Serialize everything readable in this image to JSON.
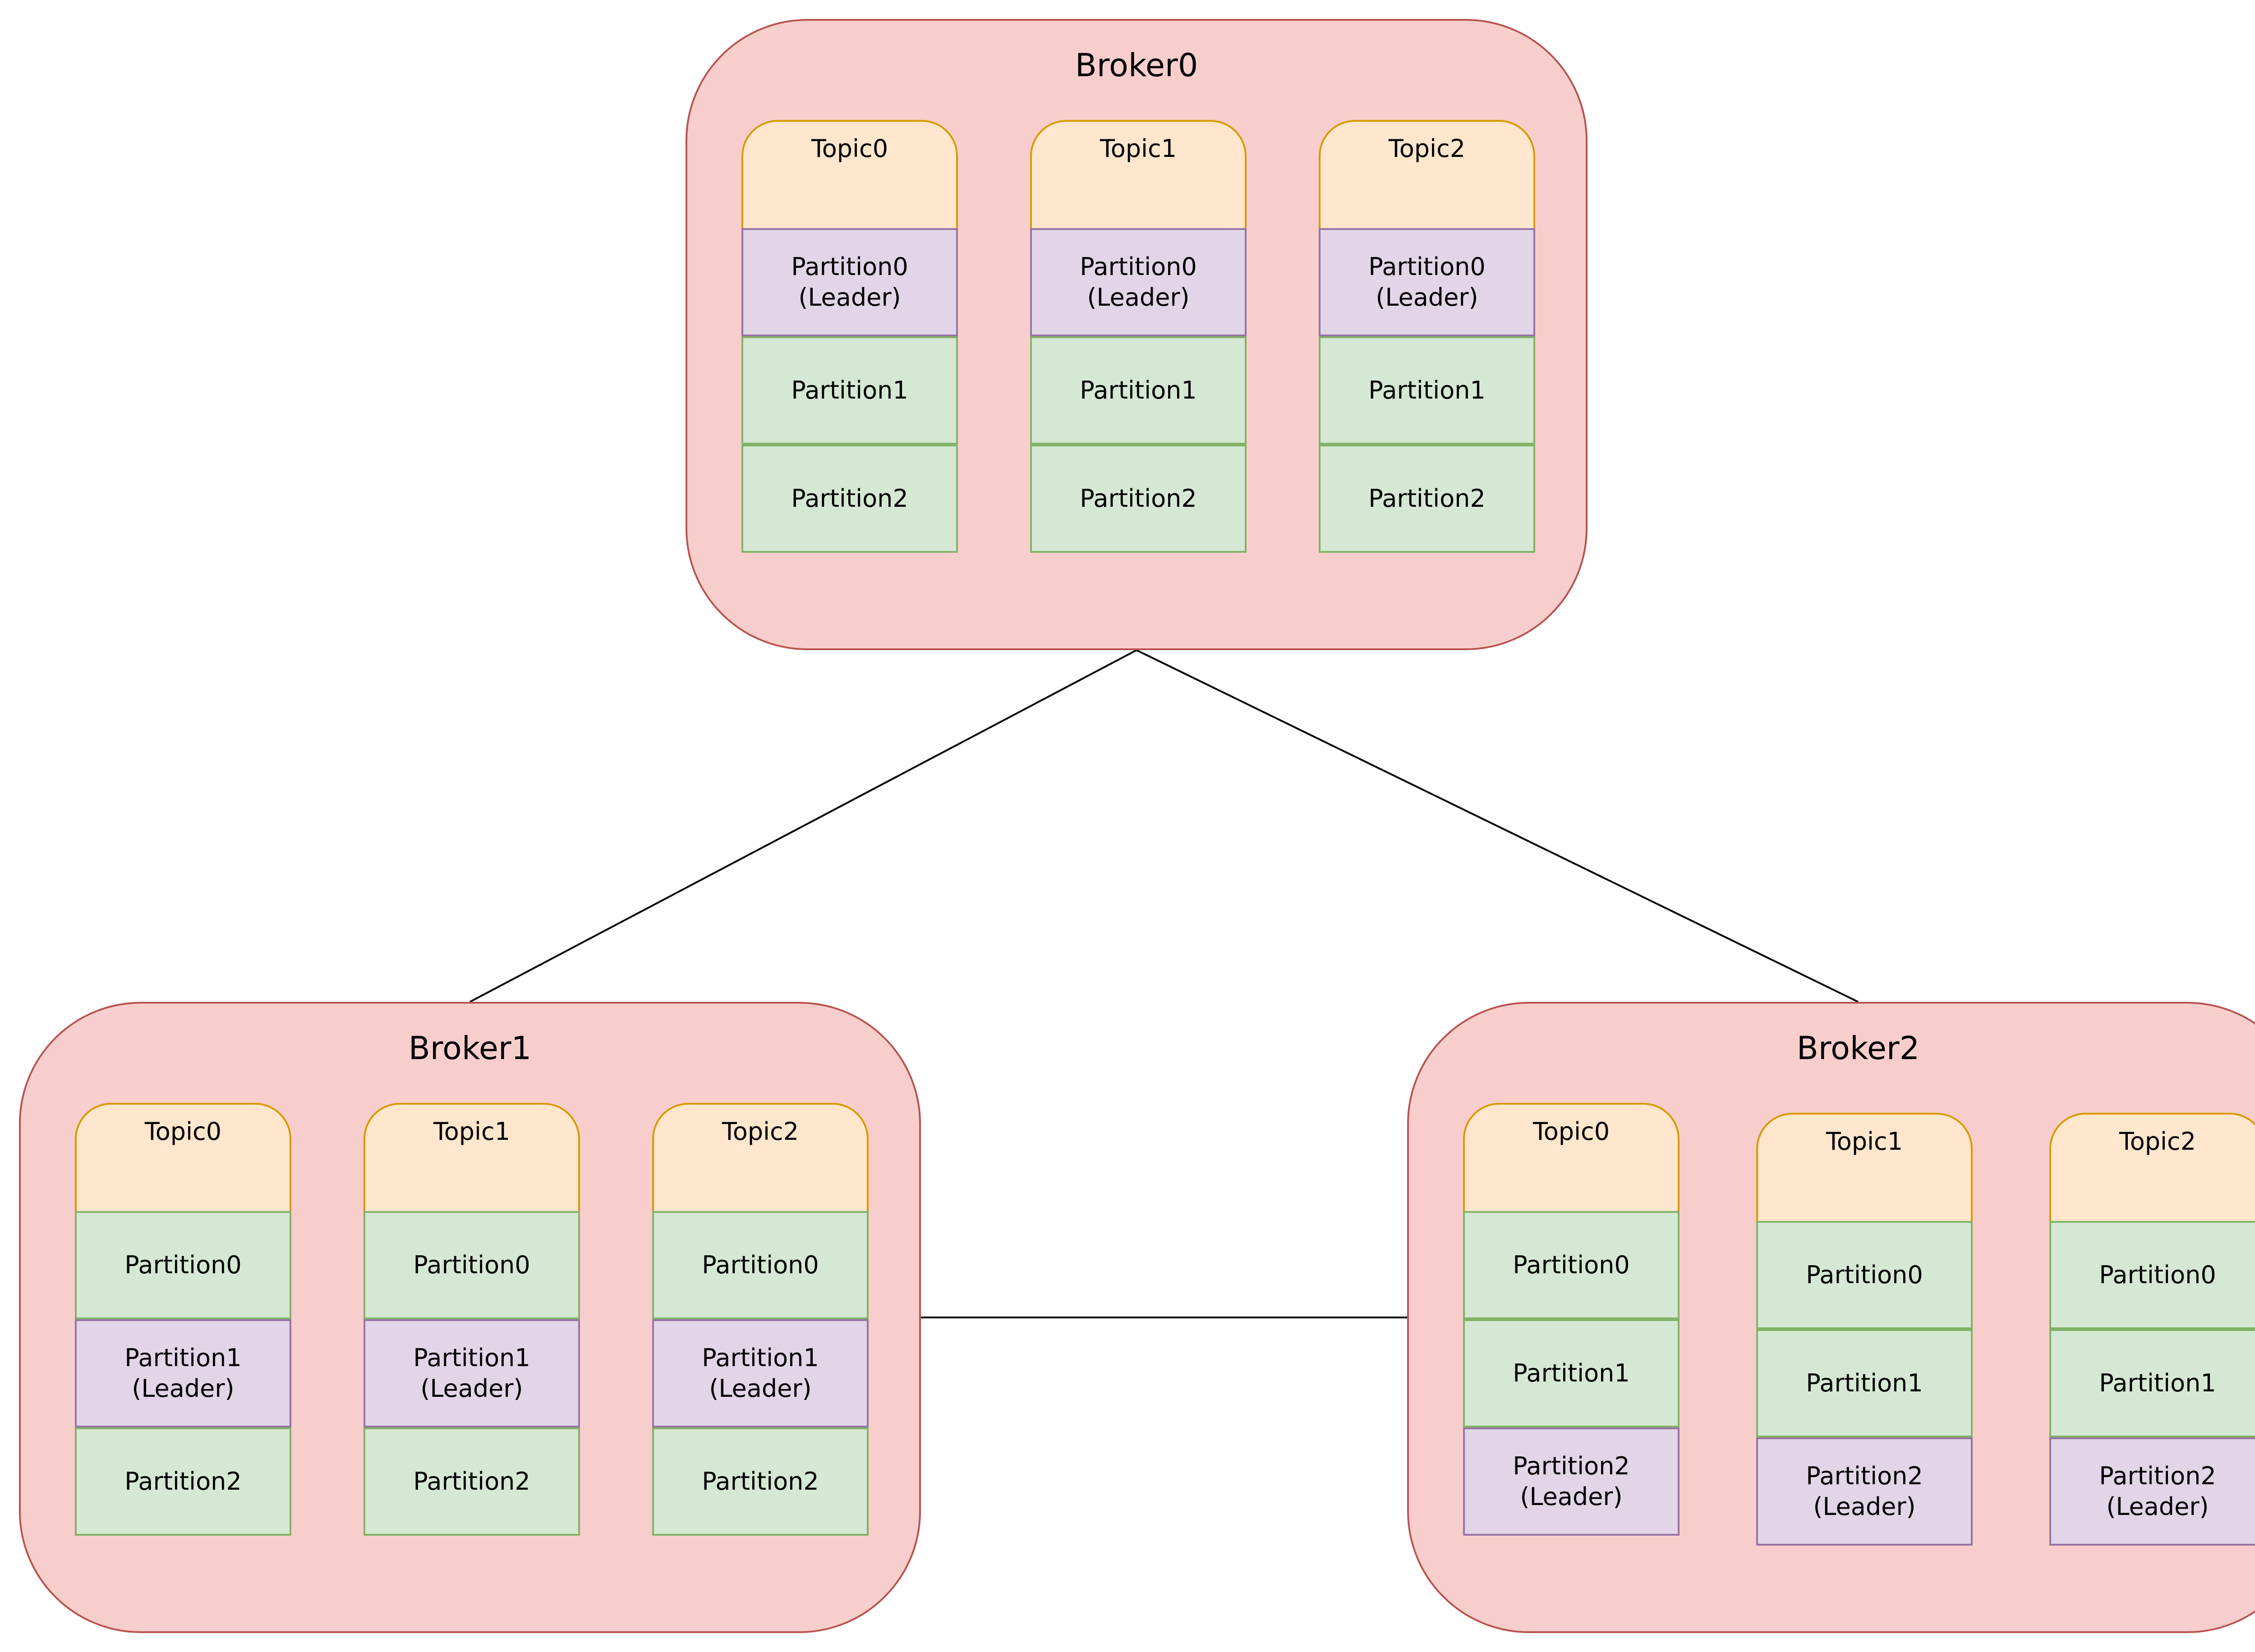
{
  "diagram": {
    "colors": {
      "broker_fill": "#f8cecc",
      "broker_border": "#b85450",
      "topic_fill": "#ffe6cc",
      "topic_border": "#d79b00",
      "partition_fill": "#d5e8d4",
      "partition_border": "#82b366",
      "leader_fill": "#e1d5e7",
      "leader_border": "#9673a6",
      "line": "#000000"
    },
    "leader_label": "(Leader)",
    "brokers": [
      {
        "name": "Broker0",
        "topics": [
          {
            "name": "Topic0",
            "partitions": [
              {
                "name": "Partition0",
                "leader": true
              },
              {
                "name": "Partition1",
                "leader": false
              },
              {
                "name": "Partition2",
                "leader": false
              }
            ]
          },
          {
            "name": "Topic1",
            "partitions": [
              {
                "name": "Partition0",
                "leader": true
              },
              {
                "name": "Partition1",
                "leader": false
              },
              {
                "name": "Partition2",
                "leader": false
              }
            ]
          },
          {
            "name": "Topic2",
            "partitions": [
              {
                "name": "Partition0",
                "leader": true
              },
              {
                "name": "Partition1",
                "leader": false
              },
              {
                "name": "Partition2",
                "leader": false
              }
            ]
          }
        ]
      },
      {
        "name": "Broker1",
        "topics": [
          {
            "name": "Topic0",
            "partitions": [
              {
                "name": "Partition0",
                "leader": false
              },
              {
                "name": "Partition1",
                "leader": true
              },
              {
                "name": "Partition2",
                "leader": false
              }
            ]
          },
          {
            "name": "Topic1",
            "partitions": [
              {
                "name": "Partition0",
                "leader": false
              },
              {
                "name": "Partition1",
                "leader": true
              },
              {
                "name": "Partition2",
                "leader": false
              }
            ]
          },
          {
            "name": "Topic2",
            "partitions": [
              {
                "name": "Partition0",
                "leader": false
              },
              {
                "name": "Partition1",
                "leader": true
              },
              {
                "name": "Partition2",
                "leader": false
              }
            ]
          }
        ]
      },
      {
        "name": "Broker2",
        "topics": [
          {
            "name": "Topic0",
            "partitions": [
              {
                "name": "Partition0",
                "leader": false
              },
              {
                "name": "Partition1",
                "leader": false
              },
              {
                "name": "Partition2",
                "leader": true
              }
            ]
          },
          {
            "name": "Topic1",
            "partitions": [
              {
                "name": "Partition0",
                "leader": false
              },
              {
                "name": "Partition1",
                "leader": false
              },
              {
                "name": "Partition2",
                "leader": true
              }
            ]
          },
          {
            "name": "Topic2",
            "partitions": [
              {
                "name": "Partition0",
                "leader": false
              },
              {
                "name": "Partition1",
                "leader": false
              },
              {
                "name": "Partition2",
                "leader": true
              }
            ]
          }
        ]
      }
    ],
    "connections": [
      {
        "from": "Broker0",
        "to": "Broker1"
      },
      {
        "from": "Broker0",
        "to": "Broker2"
      },
      {
        "from": "Broker1",
        "to": "Broker2"
      }
    ]
  }
}
